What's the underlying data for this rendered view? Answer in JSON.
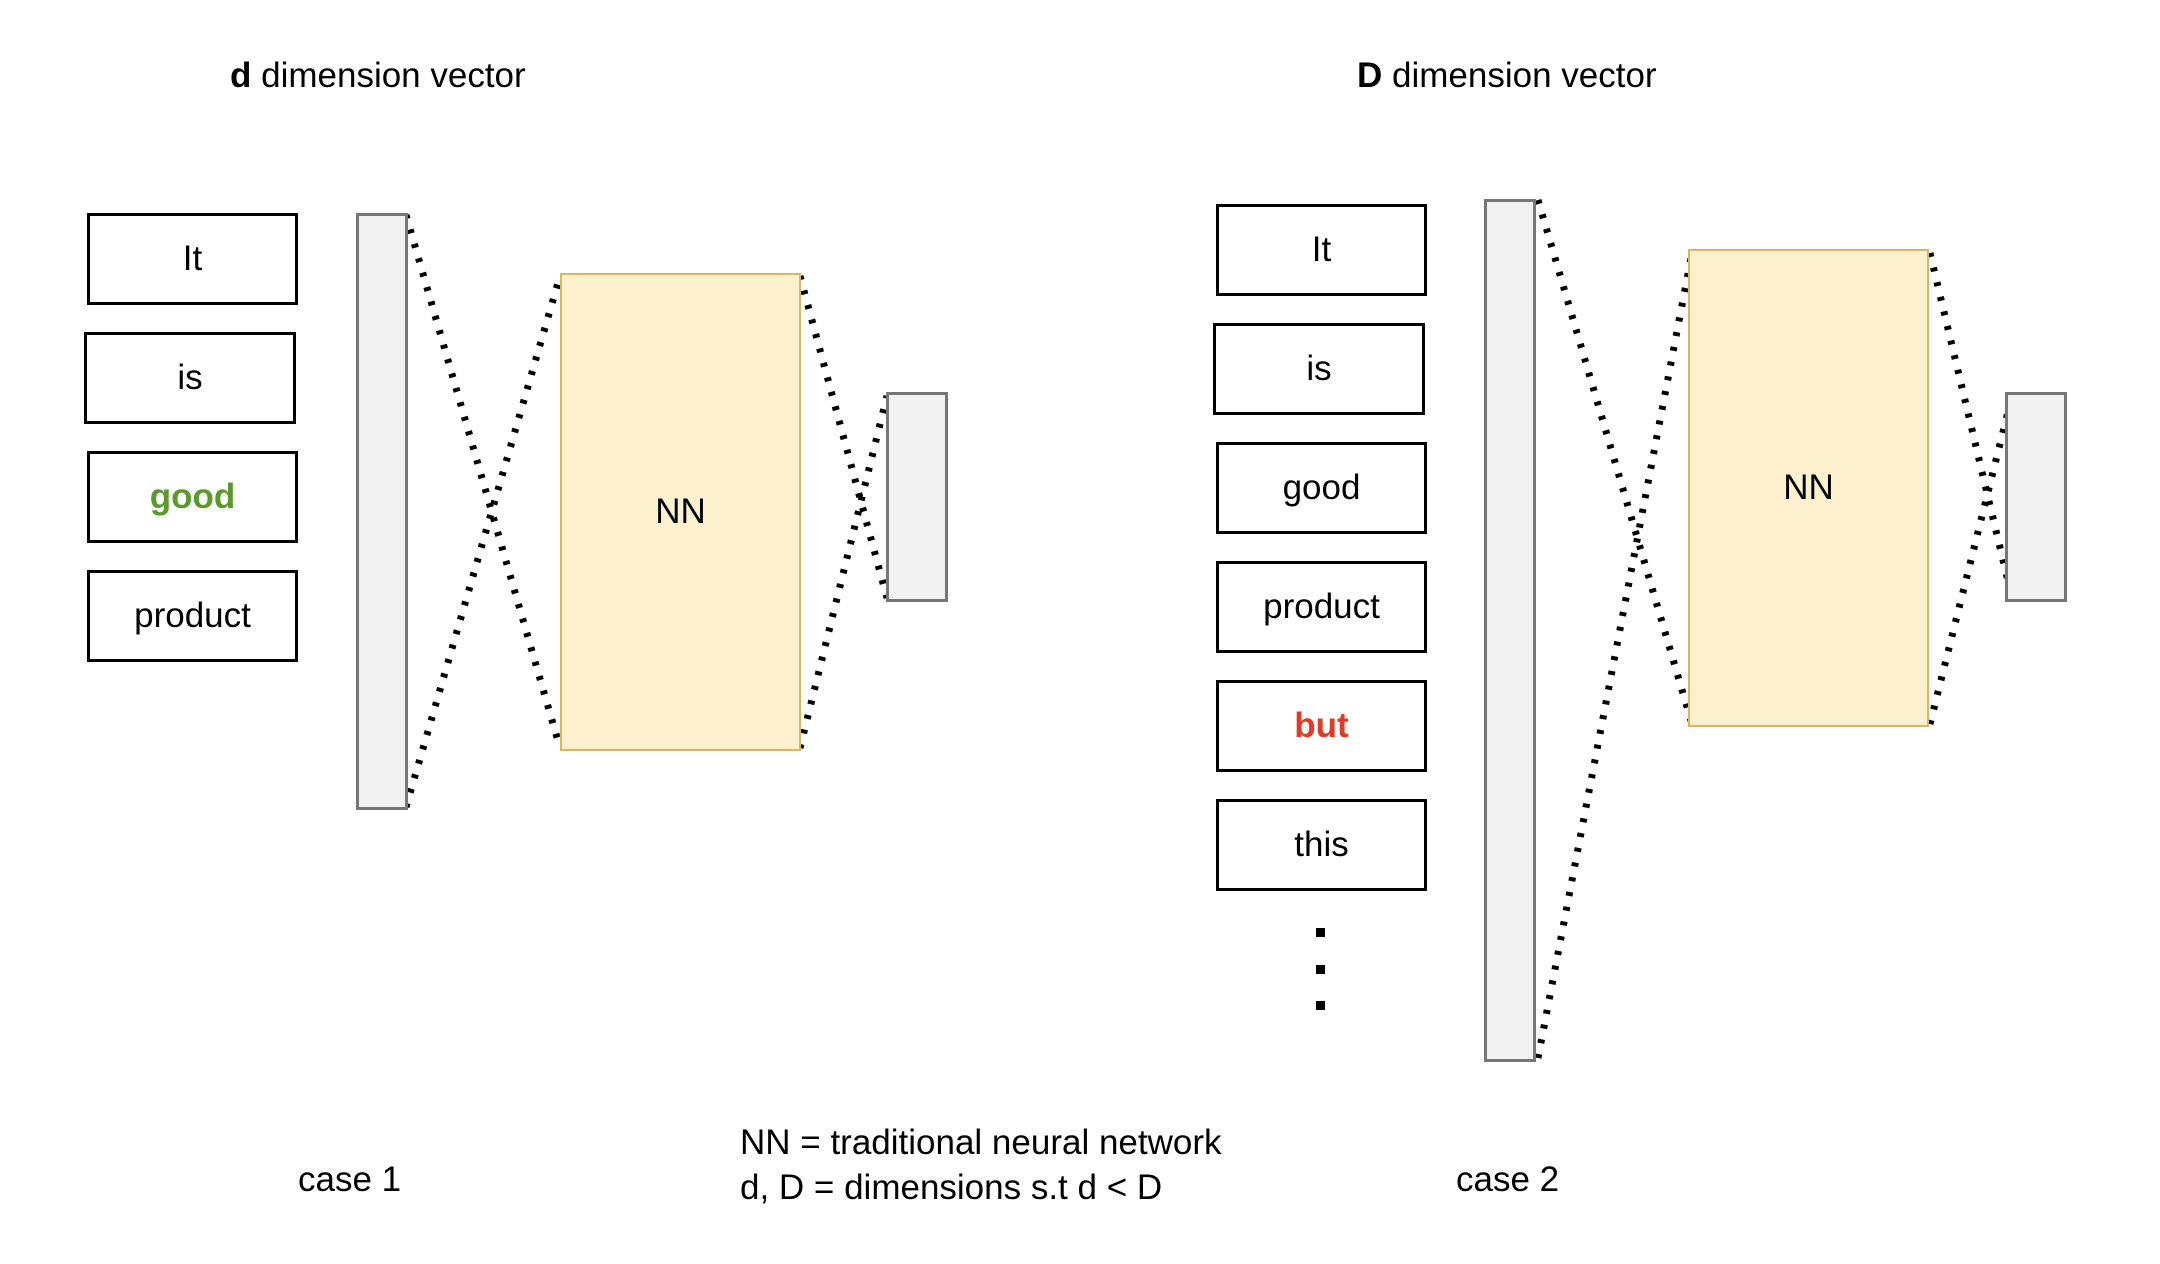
{
  "case1": {
    "title_bold": "d",
    "title_rest": " dimension vector",
    "words": [
      "It",
      "is",
      "good",
      "product"
    ],
    "highlight_word": "good",
    "highlight_color": "#5a9a2b",
    "nn_label": "NN",
    "caption": "case 1"
  },
  "case2": {
    "title_bold": "D",
    "title_rest": " dimension vector",
    "words": [
      "It",
      "is",
      "good",
      "product",
      "but",
      "this"
    ],
    "highlight_word": "but",
    "highlight_color": "#e23a24",
    "continuation": "vertical-ellipsis",
    "nn_label": "NN",
    "caption": "case 2"
  },
  "legend": {
    "line1": "NN = traditional neural network",
    "line2": "d, D = dimensions s.t d < D"
  },
  "colors": {
    "nn_fill": "#fcf0cd",
    "nn_border": "#d9b65f",
    "vector_fill": "#f2f2f2",
    "vector_border": "#777777"
  }
}
